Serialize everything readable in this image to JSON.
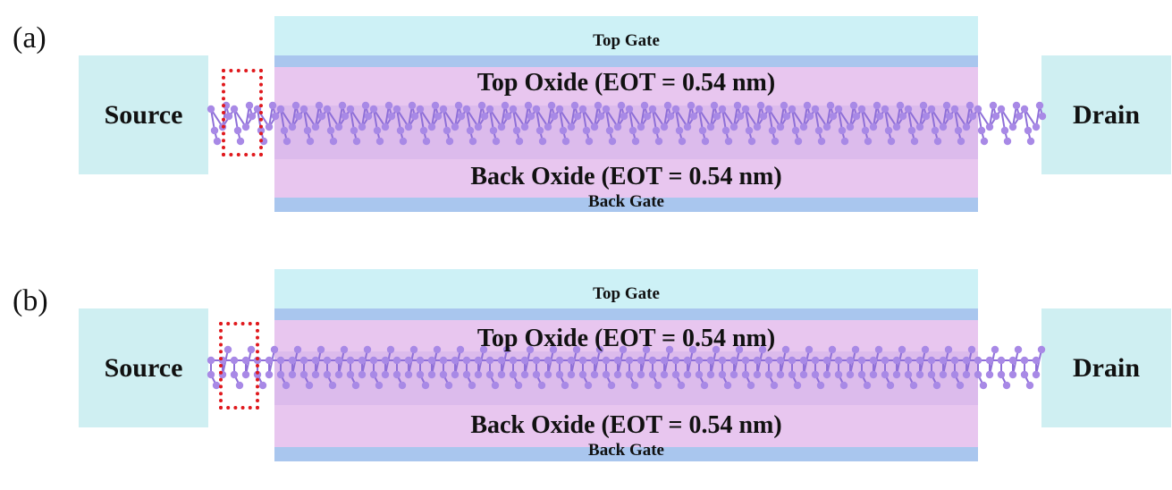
{
  "panels": [
    {
      "id": "a",
      "label": "(a)",
      "source": "Source",
      "drain": "Drain",
      "top_gate": "Top Gate",
      "top_oxide": "Top Oxide (EOT = 0.54 nm)",
      "back_oxide": "Back Oxide (EOT = 0.54 nm)",
      "back_gate": "Back Gate",
      "structure": "zigzag"
    },
    {
      "id": "b",
      "label": "(b)",
      "source": "Source",
      "drain": "Drain",
      "top_gate": "Top Gate",
      "top_oxide": "Top Oxide (EOT = 0.54 nm)",
      "back_oxide": "Back Oxide (EOT = 0.54 nm)",
      "back_gate": "Back Gate",
      "structure": "armchair"
    }
  ],
  "colors": {
    "contact": "#cfeff2",
    "top_gate": "#cdf1f6",
    "gate_strip": "#a9c6ee",
    "oxide": "#e8c6ef",
    "atom": "#a889e6",
    "unit_cell_box": "#e0191d"
  }
}
